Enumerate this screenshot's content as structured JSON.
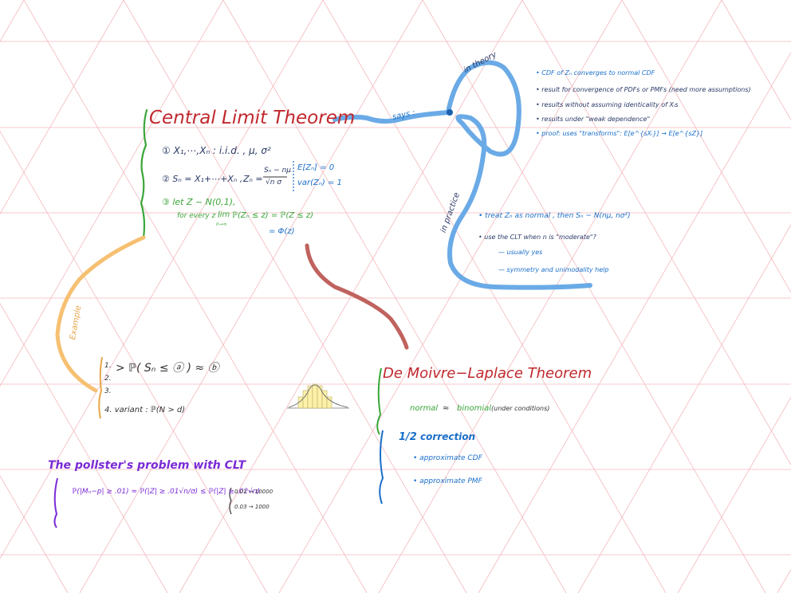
{
  "clt": {
    "title": "Central Limit Theorem",
    "item1": "① X₁,⋯,Xₙ : i.i.d. , μ, σ²",
    "item2a": "② Sₙ = X₁+⋯+Xₙ ,",
    "item2b": "Zₙ =",
    "item2num": "Sₙ − nμ",
    "item2den": "√n σ",
    "ez": "E[Zₙ] = 0",
    "varz": "var(Zₙ) = 1",
    "item3": "③ let Z ~ N(0,1),",
    "item3b": "for every z :",
    "lim": "lim",
    "limsub": "n→∞",
    "limexpr": "ℙ(Zₙ ≤ z) = ℙ(Z ≤ z)",
    "phi": "= Φ(z)"
  },
  "connectors": {
    "says": "says :",
    "in_theory": "in theory",
    "in_practice": "in practice",
    "example": "Example"
  },
  "theory": [
    "• CDF of Zₙ converges to normal CDF",
    "• result for convergence of PDFs or PMFs (need more assumptions)",
    "• results without assuming identicality of Xᵢs",
    "• results under \"weak dependence\"",
    "• proof: uses \"transforms\": E[e^{sXᵢ}] → E[e^{sZ}]"
  ],
  "practice": [
    "• treat Zₙ as normal , then Sₙ ~ N(nμ, nσ²)",
    "• use the CLT when n is \"moderate\"?",
    "— usually yes",
    "— symmetry and unimodality help"
  ],
  "examples": {
    "item1": "1.",
    "item2": "2.",
    "item3": "3.",
    "expr": "> ℙ( Sₙ ≤ ⓐ ) ≈ ⓑ",
    "item4": "4. variant :  ℙ(N > d)"
  },
  "dml": {
    "title": "De Moivre−Laplace Theorem",
    "normal": "normal",
    "approx": "≈",
    "binomial": "binomial",
    "cond": "(under conditions)",
    "half_pre": "1/2",
    "half_title": "correction",
    "bullets": [
      "• approximate CDF",
      "• approximate PMF"
    ]
  },
  "pollster": {
    "title": "The pollster's problem with CLT",
    "expr": "ℙ(|Mₙ−p| ≥ .01) ≈ ℙ(|Z| ≥ .01√n/σ) ≤ ℙ(|Z| ≥ .02√n)",
    "r1": "0.01 → 10000",
    "r2": "0.03 → 1000"
  },
  "colors": {
    "grid": "#f2a7ad",
    "red": "#c0282d",
    "green": "#3aa63a",
    "blue": "#1a6fc9",
    "purple": "#7a2bd6",
    "orange": "#f6c072",
    "brown": "#c0625e"
  }
}
